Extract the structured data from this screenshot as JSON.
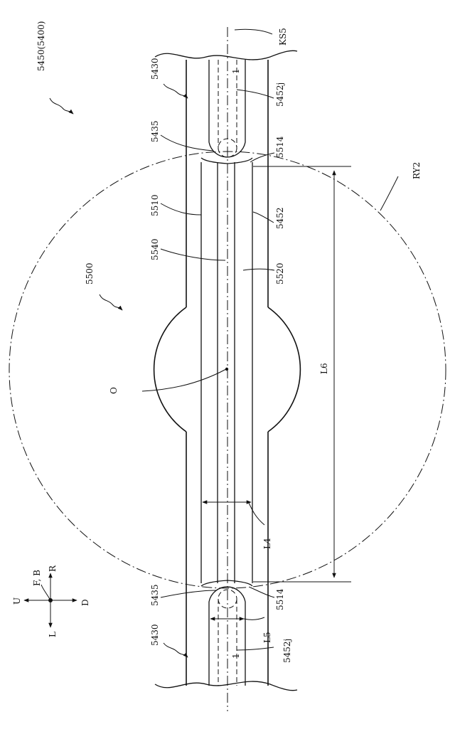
{
  "figure": {
    "labels": {
      "assembly": "5450(5400)",
      "part_5500": "5500",
      "axis_ks5": "KS5",
      "circle_ry2": "RY2",
      "plate_5510": "5510",
      "plate_5520": "5520",
      "centerline_5540": "5540",
      "rail_5452": "5452",
      "slot_top": "5452j",
      "slot_bottom": "5452j",
      "pin_top": "5435",
      "pin_bottom": "5435",
      "end_top": "5514",
      "end_bottom": "5514",
      "member_top": "5430",
      "member_bottom": "5430",
      "center_o": "O",
      "dim_l4": "L4",
      "dim_l5": "L5",
      "dim_l6": "L6",
      "slot_mark_top": "1",
      "slot_mark_bottom": "1"
    },
    "compass": {
      "u": "U",
      "d": "D",
      "l": "L",
      "r": "R",
      "fb": "F, B"
    }
  }
}
